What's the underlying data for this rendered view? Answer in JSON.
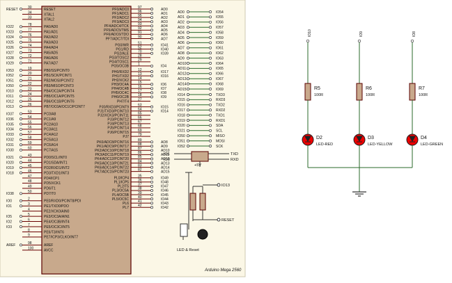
{
  "mcu": {
    "label": "Arduino Mega 2560",
    "left_pins": [
      {
        "num": "30",
        "name": "RESET",
        "ext": "RESET"
      },
      {
        "num": "34",
        "name": "XTAL1",
        "ext": ""
      },
      {
        "num": "33",
        "name": "XTAL2",
        "ext": ""
      },
      {
        "num": "78",
        "name": "PA0/AD0",
        "ext": "IO22"
      },
      {
        "num": "77",
        "name": "PA1/AD1",
        "ext": "IO23"
      },
      {
        "num": "76",
        "name": "PA2/AD2",
        "ext": "IO24"
      },
      {
        "num": "75",
        "name": "PA3/AD3",
        "ext": "IO25"
      },
      {
        "num": "74",
        "name": "PA4/AD4",
        "ext": "IO26"
      },
      {
        "num": "73",
        "name": "PA5/AD5",
        "ext": "IO27"
      },
      {
        "num": "72",
        "name": "PA6/AD6",
        "ext": "IO28"
      },
      {
        "num": "71",
        "name": "PA7/AD7",
        "ext": "IO29"
      },
      {
        "num": "19",
        "name": "PB0/SS/PCINT0",
        "ext": "IO53"
      },
      {
        "num": "20",
        "name": "PB1/SCK/PCINT1",
        "ext": "IO52"
      },
      {
        "num": "21",
        "name": "PB2/MOSI/PCINT2",
        "ext": "IO51"
      },
      {
        "num": "22",
        "name": "PB3/MISO/PCINT3",
        "ext": "IO50"
      },
      {
        "num": "23",
        "name": "PB4/OC2A/PCINT4",
        "ext": "IO10"
      },
      {
        "num": "24",
        "name": "PB5/OC1A/PCINT5",
        "ext": "IO11"
      },
      {
        "num": "25",
        "name": "PB6/OC1B/PCINT6",
        "ext": "IO12"
      },
      {
        "num": "26",
        "name": "PB7/OC0A/OC1C/PCINT7",
        "ext": "IO13"
      },
      {
        "num": "53",
        "name": "PC0/A8",
        "ext": "IO37"
      },
      {
        "num": "54",
        "name": "PC1/A9",
        "ext": "IO36"
      },
      {
        "num": "55",
        "name": "PC2/A10",
        "ext": "IO35"
      },
      {
        "num": "56",
        "name": "PC3/A11",
        "ext": "IO34"
      },
      {
        "num": "57",
        "name": "PC4/A12",
        "ext": "IO33"
      },
      {
        "num": "58",
        "name": "PC5/A13",
        "ext": "IO32"
      },
      {
        "num": "59",
        "name": "PC6/A14",
        "ext": "IO31"
      },
      {
        "num": "60",
        "name": "PC7/A15",
        "ext": "IO30"
      },
      {
        "num": "43",
        "name": "PD0/SCL/INT0",
        "ext": "IO21"
      },
      {
        "num": "44",
        "name": "PD1/SDA/INT1",
        "ext": "IO20"
      },
      {
        "num": "45",
        "name": "PD2/RXD1/INT2",
        "ext": "IO19"
      },
      {
        "num": "46",
        "name": "PD3/TXD1/INT3",
        "ext": "IO18"
      },
      {
        "num": "47",
        "name": "PD4/ICP1",
        "ext": ""
      },
      {
        "num": "48",
        "name": "PD5/XCK1",
        "ext": ""
      },
      {
        "num": "49",
        "name": "PD6/T1",
        "ext": ""
      },
      {
        "num": "50",
        "name": "PD7/T0",
        "ext": "IO38"
      },
      {
        "num": "2",
        "name": "PE0/RXD0/PCINT8/PDI",
        "ext": "IO0"
      },
      {
        "num": "3",
        "name": "PE1/TXD0/PDO",
        "ext": "IO1"
      },
      {
        "num": "4",
        "name": "PE2/XCK0/AIN0",
        "ext": ""
      },
      {
        "num": "5",
        "name": "PE3/OC3A/AIN1",
        "ext": "IO5"
      },
      {
        "num": "6",
        "name": "PE4/OC3B/INT4",
        "ext": "IO2"
      },
      {
        "num": "7",
        "name": "PE5/OC3C/INT5",
        "ext": "IO3"
      },
      {
        "num": "8",
        "name": "PE6/T3/INT6",
        "ext": ""
      },
      {
        "num": "9",
        "name": "PE7/ICP3/CLKO/INT7",
        "ext": ""
      },
      {
        "num": "98",
        "name": "AREF",
        "ext": "AREF"
      },
      {
        "num": "100",
        "name": "AVCC",
        "ext": ""
      }
    ],
    "right_pins": [
      {
        "num": "97",
        "name": "PF0/ADC0",
        "ext": "AD0"
      },
      {
        "num": "96",
        "name": "PF1/ADC1",
        "ext": "AD1"
      },
      {
        "num": "95",
        "name": "PF2/ADC2",
        "ext": "AD2"
      },
      {
        "num": "94",
        "name": "PF3/ADC3",
        "ext": "AD3"
      },
      {
        "num": "93",
        "name": "PF4/ADC4/TCK",
        "ext": "AD4"
      },
      {
        "num": "92",
        "name": "PF5/ADC5/TMS",
        "ext": "AD5"
      },
      {
        "num": "91",
        "name": "PF6/ADC6/TDO",
        "ext": "AD6"
      },
      {
        "num": "90",
        "name": "PF7/ADC7/TDI",
        "ext": "AD7"
      },
      {
        "num": "51",
        "name": "PG0/WR",
        "ext": "IO41"
      },
      {
        "num": "52",
        "name": "PG1/RD",
        "ext": "IO40"
      },
      {
        "num": "70",
        "name": "PG2/ALE",
        "ext": "IO39"
      },
      {
        "num": "28",
        "name": "PG3/TOSC2",
        "ext": ""
      },
      {
        "num": "29",
        "name": "PG4/TOSC1",
        "ext": ""
      },
      {
        "num": "1",
        "name": "PG5/OC0B",
        "ext": "IO4"
      },
      {
        "num": "12",
        "name": "PH0/RXD2",
        "ext": "IO17"
      },
      {
        "num": "13",
        "name": "PH1/TXD2",
        "ext": "IO16"
      },
      {
        "num": "14",
        "name": "PH2/XCK2",
        "ext": ""
      },
      {
        "num": "15",
        "name": "PH3/OC4A",
        "ext": "IO6"
      },
      {
        "num": "16",
        "name": "PH4/OC4B",
        "ext": "IO7"
      },
      {
        "num": "17",
        "name": "PH5/OC4C",
        "ext": "IO8"
      },
      {
        "num": "18",
        "name": "PH6/OC2B",
        "ext": "IO9"
      },
      {
        "num": "27",
        "name": "PH7/T4",
        "ext": ""
      },
      {
        "num": "63",
        "name": "PJ0/RXD3/PCINT9",
        "ext": "IO15"
      },
      {
        "num": "64",
        "name": "PJ1/TXD3/PCINT10",
        "ext": "IO14"
      },
      {
        "num": "65",
        "name": "PJ2/XCK3/PCINT11",
        "ext": ""
      },
      {
        "num": "66",
        "name": "PJ3/PCINT12",
        "ext": ""
      },
      {
        "num": "67",
        "name": "PJ4/PCINT13",
        "ext": ""
      },
      {
        "num": "68",
        "name": "PJ5/PCINT14",
        "ext": ""
      },
      {
        "num": "69",
        "name": "PJ6/PCINT15",
        "ext": ""
      },
      {
        "num": "79",
        "name": "PJ7",
        "ext": ""
      },
      {
        "num": "89",
        "name": "PK0/ADC8/PCINT16",
        "ext": "AD8"
      },
      {
        "num": "88",
        "name": "PK1/ADC9/PCINT17",
        "ext": "AD9"
      },
      {
        "num": "87",
        "name": "PK2/ADC10/PCINT18",
        "ext": "AD10"
      },
      {
        "num": "86",
        "name": "PK3/ADC11/PCINT19",
        "ext": "AD11"
      },
      {
        "num": "85",
        "name": "PK4/ADC12/PCINT20",
        "ext": "AD12"
      },
      {
        "num": "84",
        "name": "PK5/ADC13/PCINT21",
        "ext": "AD13"
      },
      {
        "num": "83",
        "name": "PK6/ADC14/PCINT22",
        "ext": "AD14"
      },
      {
        "num": "82",
        "name": "PK7/ADC15/PCINT23",
        "ext": "AD15"
      },
      {
        "num": "35",
        "name": "PL0/ICP4",
        "ext": "IO49"
      },
      {
        "num": "36",
        "name": "PL1/ICP5",
        "ext": "IO48"
      },
      {
        "num": "37",
        "name": "PL2/T5",
        "ext": "IO47"
      },
      {
        "num": "38",
        "name": "PL3/OC5A",
        "ext": "IO46"
      },
      {
        "num": "39",
        "name": "PL4/OC5B",
        "ext": "IO45"
      },
      {
        "num": "40",
        "name": "PL5/OC5C",
        "ext": "IO44"
      },
      {
        "num": "41",
        "name": "PL6",
        "ext": "IO43"
      },
      {
        "num": "42",
        "name": "PL7",
        "ext": "IO42"
      }
    ]
  },
  "header_map": {
    "col1": [
      "AD0",
      "AD1",
      "AD2",
      "AD3",
      "AD4",
      "AD5",
      "AD6",
      "AD7",
      "AD8",
      "AD9",
      "AD10",
      "AD11",
      "AD12",
      "AD13",
      "AD14",
      "AD15"
    ],
    "col2": [
      "IO54",
      "IO55",
      "IO56",
      "IO57",
      "IO58",
      "IO59",
      "IO60",
      "IO61",
      "IO62",
      "IO63",
      "IO64",
      "IO65",
      "IO66",
      "IO67",
      "IO68",
      "IO69"
    ],
    "col3": [
      "IO14",
      "IO15",
      "IO16",
      "IO17",
      "IO18",
      "IO19",
      "IO20",
      "IO21",
      "IO50",
      "IO51",
      "IO52"
    ],
    "col4": [
      "TXD3",
      "RXD3",
      "TXD2",
      "RXD2",
      "TXD1",
      "RXD1",
      "SDA",
      "SCL",
      "MISO",
      "MOSI",
      "SCK"
    ]
  },
  "serial": {
    "io1": "IO1",
    "io0": "IO0",
    "txd": "TXD",
    "rxd": "RXD",
    "vcc": "+5V"
  },
  "led_reset": {
    "io13": "IO13",
    "reset": "RESET",
    "caption": "LED & Reset"
  },
  "leds": [
    {
      "net": "IO10",
      "res": "R5",
      "res_val": "100R",
      "led": "D2",
      "led_val": "LED-RED",
      "color": "#cc0000"
    },
    {
      "net": "IO9",
      "res": "R6",
      "res_val": "100R",
      "led": "D3",
      "led_val": "LED-YELLOW",
      "color": "#cc0000"
    },
    {
      "net": "IO8",
      "res": "R7",
      "res_val": "100R",
      "led": "D4",
      "led_val": "LED-GREEN",
      "color": "#cc0000"
    }
  ]
}
